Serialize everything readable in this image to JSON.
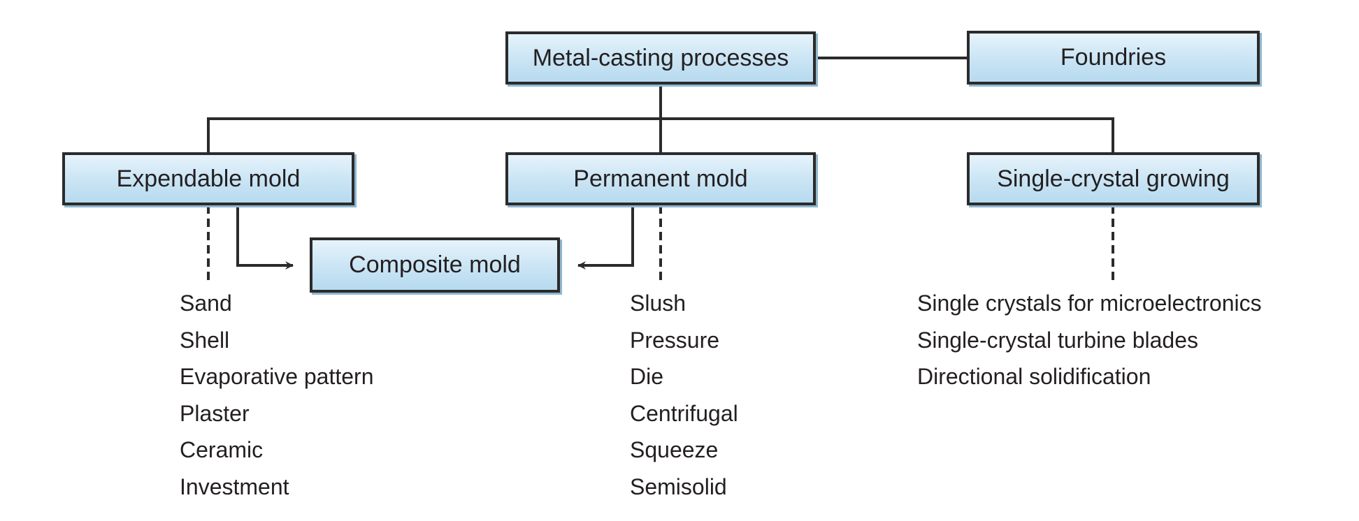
{
  "root": {
    "label": "Metal-casting processes"
  },
  "foundries": {
    "label": "Foundries"
  },
  "categories": {
    "expendable": {
      "label": "Expendable mold"
    },
    "permanent": {
      "label": "Permanent mold"
    },
    "single_crystal": {
      "label": "Single-crystal growing"
    }
  },
  "composite": {
    "label": "Composite mold"
  },
  "lists": {
    "expendable": [
      "Sand",
      "Shell",
      "Evaporative pattern",
      "Plaster",
      "Ceramic",
      "Investment"
    ],
    "permanent": [
      "Slush",
      "Pressure",
      "Die",
      "Centrifugal",
      "Squeeze",
      "Semisolid"
    ],
    "single_crystal": [
      "Single crystals for microelectronics",
      "Single-crystal turbine blades",
      "Directional solidification"
    ]
  },
  "colors": {
    "box_fill": "#c9e4f4",
    "line": "#2b2b2b",
    "text": "#231f20"
  }
}
